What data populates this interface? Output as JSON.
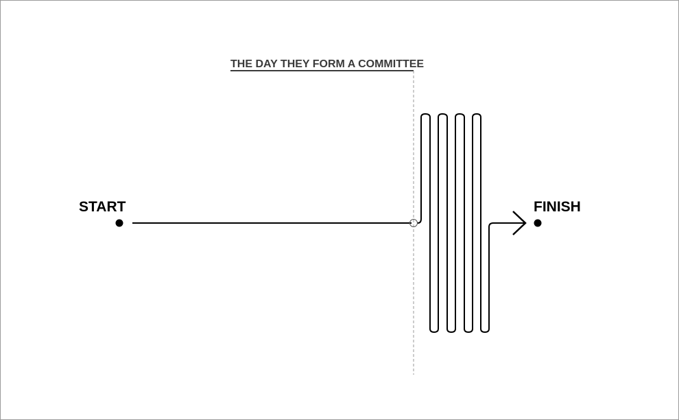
{
  "labels": {
    "start": "START",
    "finish": "FINISH",
    "annotation": "THE DAY THEY FORM A COMMITTEE"
  },
  "colors": {
    "line": "#000000",
    "annotation": "#3a3a3a",
    "guide": "#999999",
    "border": "#9a9a9a"
  }
}
